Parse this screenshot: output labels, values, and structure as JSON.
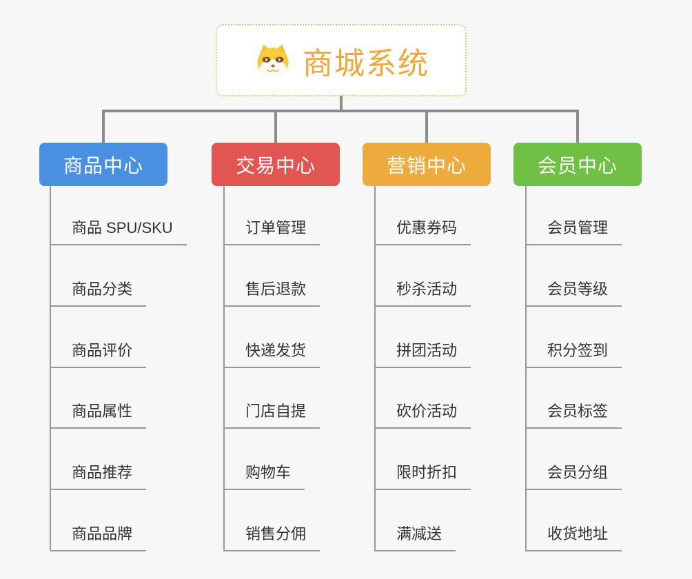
{
  "root": {
    "title": "商城系统",
    "icon": "shiba-dog-face-icon"
  },
  "branches": [
    {
      "label": "商品中心",
      "color": "#4a90e2",
      "items": [
        "商品 SPU/SKU",
        "商品分类",
        "商品评价",
        "商品属性",
        "商品推荐",
        "商品品牌"
      ]
    },
    {
      "label": "交易中心",
      "color": "#e15552",
      "items": [
        "订单管理",
        "售后退款",
        "快递发货",
        "门店自提",
        "购物车",
        "销售分佣"
      ]
    },
    {
      "label": "营销中心",
      "color": "#edaa3d",
      "items": [
        "优惠券码",
        "秒杀活动",
        "拼团活动",
        "砍价活动",
        "限时折扣",
        "满减送"
      ]
    },
    {
      "label": "会员中心",
      "color": "#6fc044",
      "items": [
        "会员管理",
        "会员等级",
        "积分签到",
        "会员标签",
        "会员分组",
        "收货地址"
      ]
    }
  ],
  "colors": {
    "background": "#f7f7f7",
    "connector": "#8c8c8c",
    "leaf_line": "#979797",
    "leaf_text": "#333333",
    "root_border": "#f3c776",
    "root_text": "#f0a73e"
  }
}
